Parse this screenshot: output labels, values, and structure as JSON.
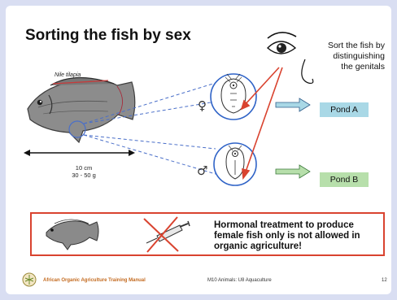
{
  "title": "Sorting the fish by sex",
  "fish_label": "Nile tilapia",
  "size": {
    "length": "10 cm",
    "weight": "30 - 50 g"
  },
  "sort_instruction": [
    "Sort the fish by",
    "distinguishing",
    "the genitals"
  ],
  "ponds": {
    "a": "Pond A",
    "b": "Pond B"
  },
  "symbols": {
    "female": "♀",
    "male": "♂"
  },
  "warning_text": "Hormonal treatment to produce female fish only is not allowed in organic agriculture!",
  "footer": {
    "left": "African Organic Agriculture Training Manual",
    "middle": "M10 Animals: U8 Aquaculture",
    "page": "12"
  },
  "colors": {
    "background": "#d9def2",
    "accent_red": "#d9432f",
    "pond_a": "#a9d8e6",
    "pond_b": "#b7dfab",
    "dashed_blue": "#4a6fc9",
    "footer_orange": "#c36a1f"
  }
}
